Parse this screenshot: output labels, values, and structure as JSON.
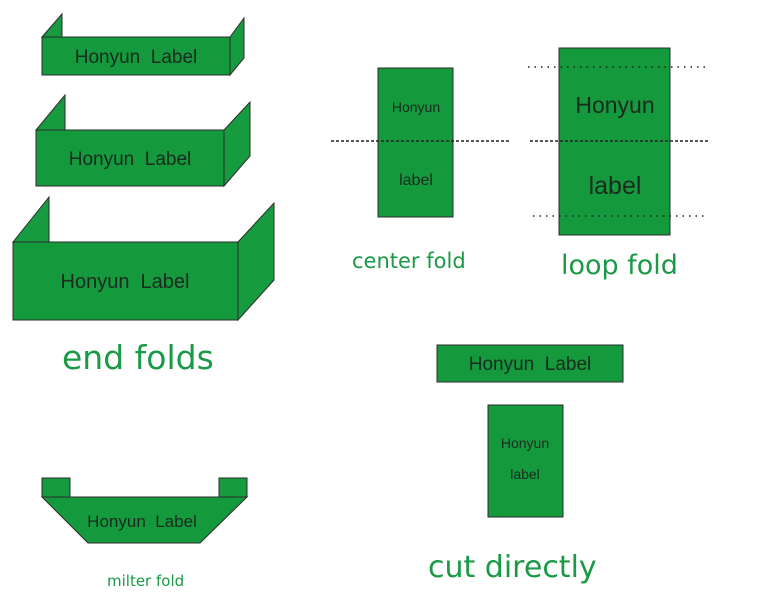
{
  "colors": {
    "label_green": "#149a3c",
    "fold_green": "#169b3f",
    "outline": "#2b2b2b",
    "caption_green": "#1a9a46",
    "label_text": "#1b2a1f"
  },
  "end_folds": {
    "small_label": "Honyun  Label",
    "medium_label": "Honyun  Label",
    "large_label": "Honyun  Label",
    "caption": "end folds"
  },
  "center_fold": {
    "top_text": "Honyun",
    "bottom_text": "label",
    "caption": "center fold"
  },
  "loop_fold": {
    "top_text": "Honyun",
    "bottom_text": "label",
    "caption": "loop fold"
  },
  "cut_directly": {
    "horizontal_label": "Honyun  Label",
    "vertical_top_text": "Honyun",
    "vertical_bottom_text": "label",
    "caption": "cut directly"
  },
  "milter_fold": {
    "label": "Honyun  Label",
    "caption": "milter fold"
  }
}
